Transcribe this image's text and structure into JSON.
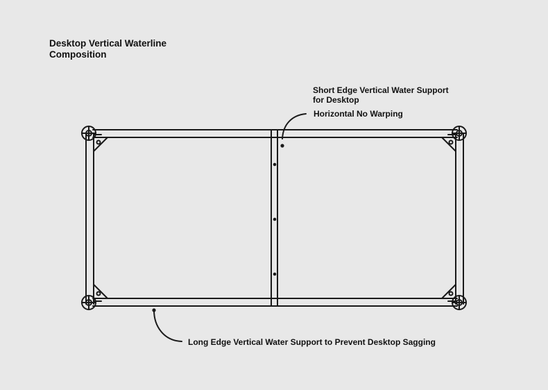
{
  "title_line1": "Desktop Vertical Waterline",
  "title_line2": "Composition",
  "labels": {
    "short_edge_line1": "Short Edge Vertical Water Support",
    "short_edge_line2": "for Desktop",
    "horizontal": "Horizontal No Warping",
    "long_edge": "Long Edge Vertical Water Support to Prevent Desktop Sagging"
  },
  "colors": {
    "background": "#e8e8e8",
    "line": "#1a1a1a",
    "text": "#111111"
  }
}
